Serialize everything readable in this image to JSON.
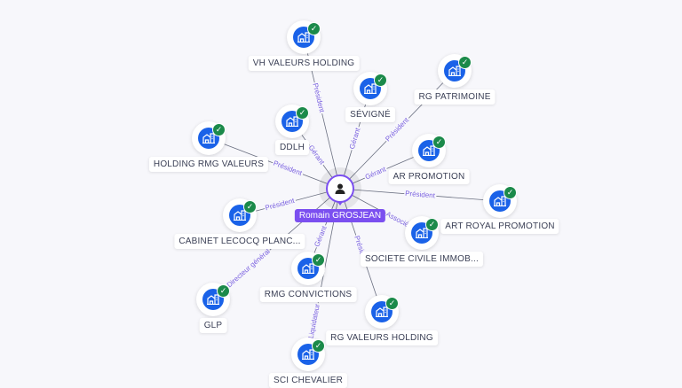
{
  "center": {
    "name": "Romain GROSJEAN",
    "icon": "person-icon"
  },
  "colors": {
    "accent": "#7b4ff0",
    "node": "#1a62e8",
    "check": "#1b8a4a",
    "edge_label": "#7b62e0"
  },
  "nodes": [
    {
      "name": "VH VALEURS HOLDING",
      "role": "Président"
    },
    {
      "name": "SÉVIGNÉ",
      "role": "Gérant"
    },
    {
      "name": "RG PATRIMOINE",
      "role": "Président"
    },
    {
      "name": "DDLH",
      "role": "Gérant"
    },
    {
      "name": "AR PROMOTION",
      "role": "Gérant"
    },
    {
      "name": "HOLDING RMG VALEURS",
      "role": "Président"
    },
    {
      "name": "ART ROYAL PROMOTION",
      "role": "Président"
    },
    {
      "name": "SOCIETE CIVILE IMMOB...",
      "role": "Associé"
    },
    {
      "name": "CABINET LECOCQ PLANC...",
      "role": "Président"
    },
    {
      "name": "RMG CONVICTIONS",
      "role": "Gérant"
    },
    {
      "name": "GLP",
      "role": "Directeur général"
    },
    {
      "name": "RG VALEURS HOLDING",
      "role": "Président"
    },
    {
      "name": "SCI CHEVALIER",
      "role": "Liquidateur"
    }
  ]
}
